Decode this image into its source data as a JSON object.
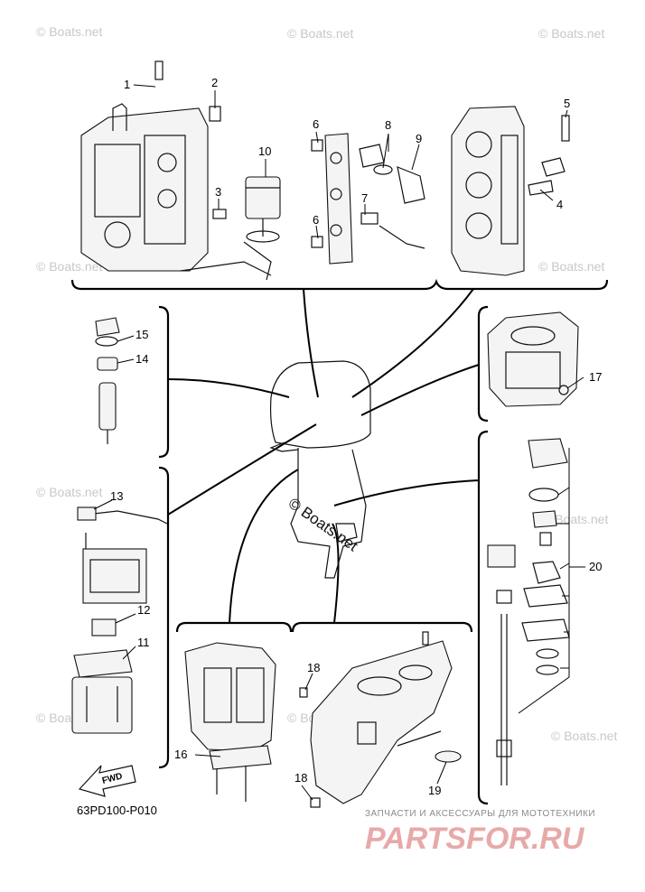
{
  "diagram_code": "63PD100-P010",
  "fwd_label": "FWD",
  "watermark_text": "© Boats.net",
  "center_watermark": "© Boats.net",
  "brand": {
    "tagline": "ЗАПЧАСТИ И АКСЕССУАРЫ ДЛЯ МОТОТЕХНИКИ",
    "name": "PARTSFOR.RU",
    "color": "#e8a9a9"
  },
  "callouts": [
    "1",
    "2",
    "3",
    "4",
    "5",
    "6",
    "6",
    "7",
    "8",
    "9",
    "10",
    "11",
    "12",
    "13",
    "14",
    "15",
    "16",
    "17",
    "18",
    "18",
    "19",
    "20"
  ]
}
